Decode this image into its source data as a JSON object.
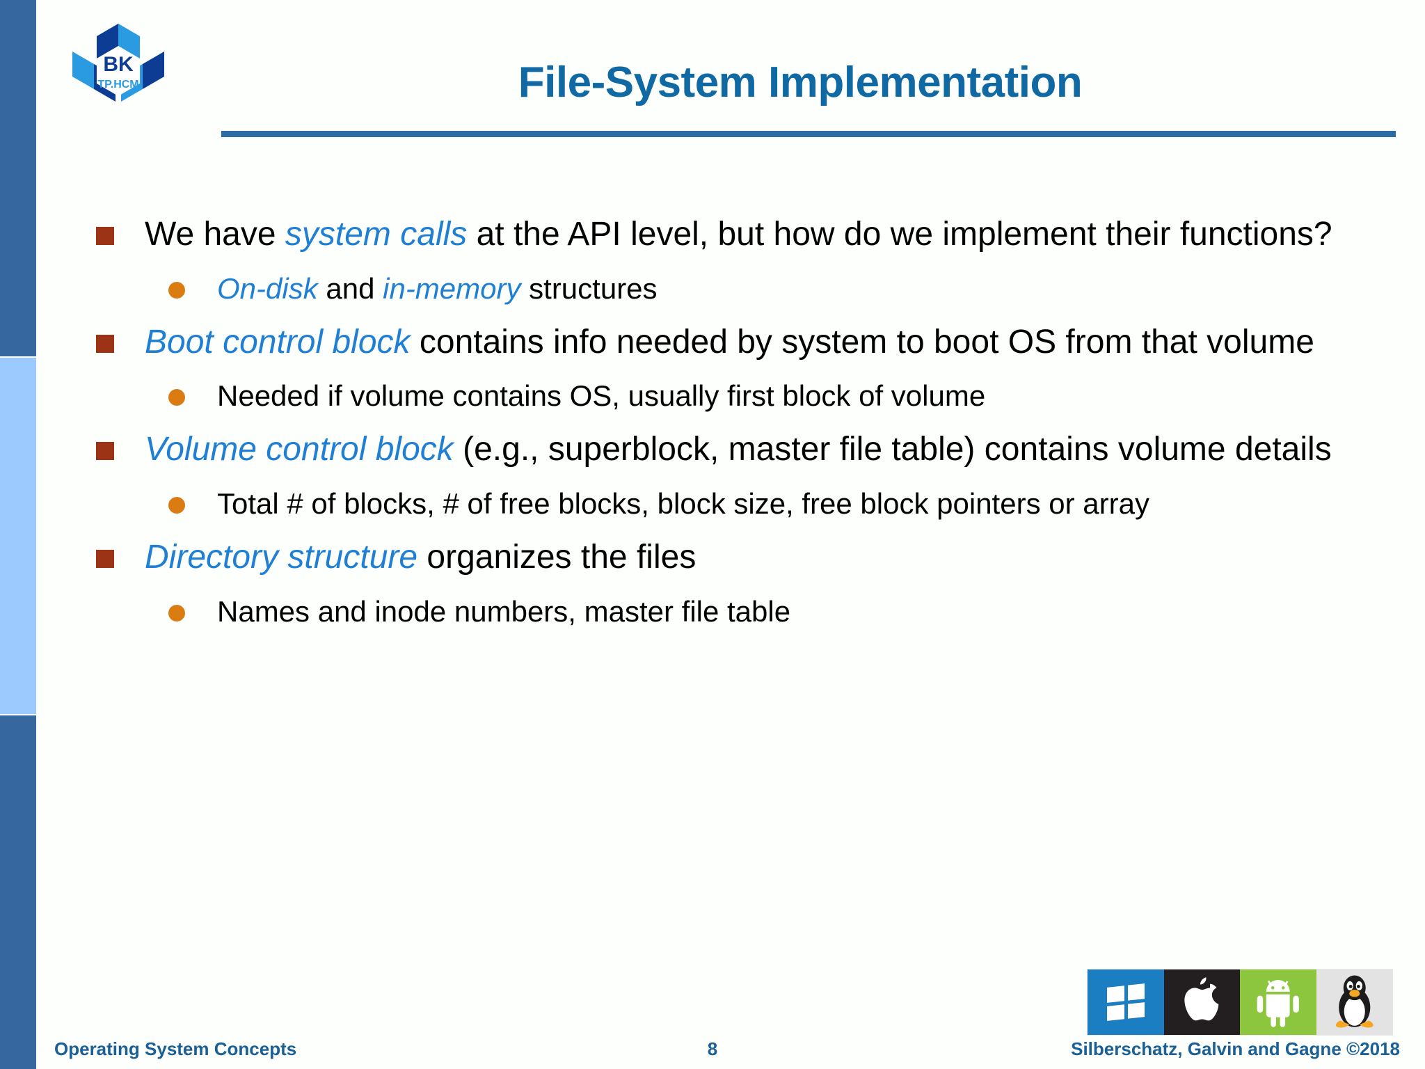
{
  "slide": {
    "title": "File-System Implementation",
    "logo": {
      "brand": "BK",
      "sub": "TP.HCM",
      "alt": "hcmut-logo"
    },
    "colors": {
      "title_blue": "#1069a3",
      "rule_blue": "#2e6da4",
      "emphasis_blue": "#1f7fd4",
      "level1_marker": "#9c3314",
      "level2_marker": "#db7c13",
      "rail_dark": "#36679f",
      "rail_light": "#9ccaff",
      "footer_blue": "#1a5f96"
    },
    "bullets": [
      {
        "level": 1,
        "parts": [
          {
            "text": "We have ",
            "emphasis": false
          },
          {
            "text": "system calls",
            "emphasis": true
          },
          {
            "text": " at the API level, but how do we implement their functions?",
            "emphasis": false
          }
        ]
      },
      {
        "level": 2,
        "parts": [
          {
            "text": "On-disk",
            "emphasis": true
          },
          {
            "text": " and ",
            "emphasis": false
          },
          {
            "text": "in-memory",
            "emphasis": true
          },
          {
            "text": " structures",
            "emphasis": false
          }
        ]
      },
      {
        "level": 1,
        "parts": [
          {
            "text": "Boot control block",
            "emphasis": true
          },
          {
            "text": " contains info needed by system to boot OS from that volume",
            "emphasis": false
          }
        ]
      },
      {
        "level": 2,
        "parts": [
          {
            "text": "Needed if volume contains OS, usually first block of volume",
            "emphasis": false
          }
        ]
      },
      {
        "level": 1,
        "parts": [
          {
            "text": "Volume control block",
            "emphasis": true
          },
          {
            "text": " (e.g., superblock, master file table) contains volume details",
            "emphasis": false
          }
        ]
      },
      {
        "level": 2,
        "parts": [
          {
            "text": "Total # of blocks, # of free blocks, block size, free block pointers or array",
            "emphasis": false
          }
        ]
      },
      {
        "level": 1,
        "parts": [
          {
            "text": "Directory structure",
            "emphasis": true
          },
          {
            "text": " organizes the files",
            "emphasis": false
          }
        ]
      },
      {
        "level": 2,
        "parts": [
          {
            "text": "Names and inode numbers, master file table",
            "emphasis": false
          }
        ]
      }
    ],
    "os_logos": [
      {
        "name": "windows-logo",
        "label": "Windows",
        "bg": "#1b7ec2"
      },
      {
        "name": "apple-logo",
        "label": "Apple",
        "bg": "#231f20"
      },
      {
        "name": "android-logo",
        "label": "Android",
        "bg": "#8cc63e"
      },
      {
        "name": "linux-logo",
        "label": "Linux",
        "bg": "#e3e3e3"
      }
    ],
    "footer": {
      "left": "Operating System Concepts",
      "page": "8",
      "right": "Silberschatz, Galvin and Gagne ©2018"
    }
  }
}
